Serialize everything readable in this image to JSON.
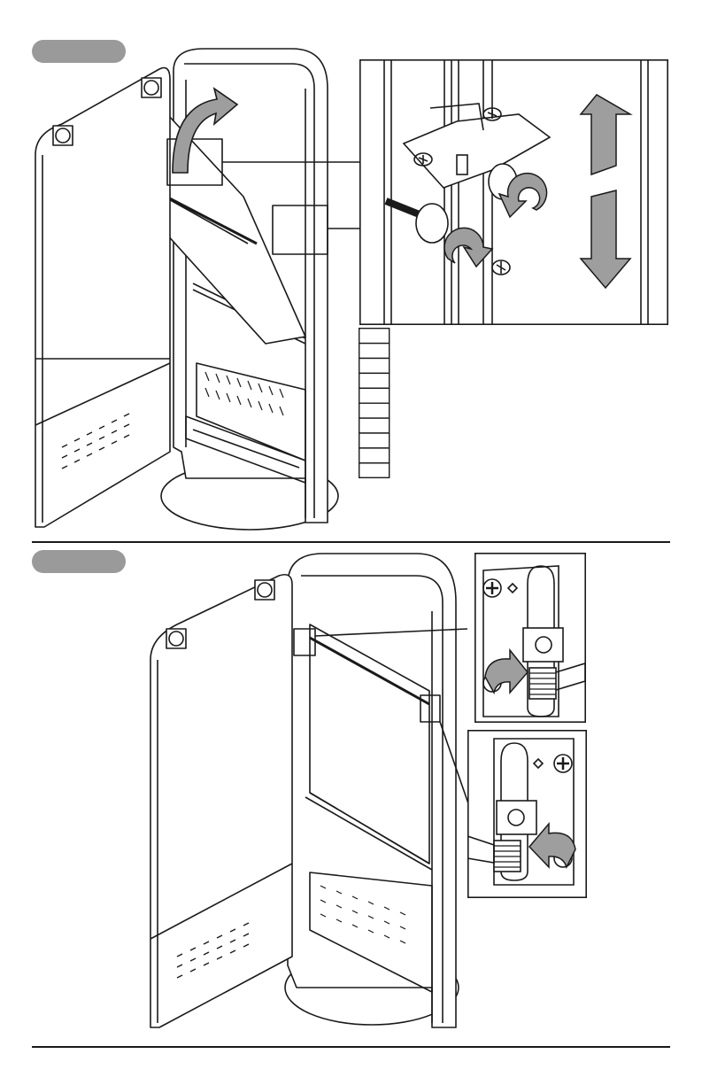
{
  "steps": [
    {
      "badge": ""
    },
    {
      "badge": ""
    }
  ],
  "icons": {
    "rotate_up": "curved-up-arrow",
    "up_arrow": "up-arrow",
    "down_arrow": "down-arrow",
    "rotate_cw": "clockwise-arrow",
    "rotate_ccw": "counterclockwise-arrow",
    "curved_right": "curved-right-arrow",
    "curved_left": "curved-left-arrow"
  },
  "colors": {
    "badge": "#9a9a9a",
    "arrow_fill": "#9e9e9e",
    "line": "#1a1a1a"
  },
  "parts_list_rows": 10
}
